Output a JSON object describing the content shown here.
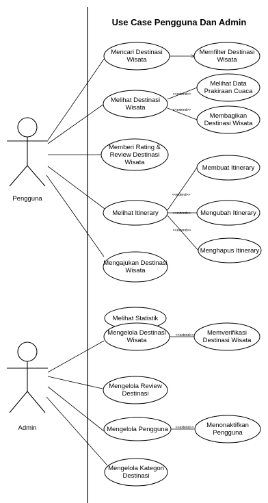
{
  "title": "Use Case Pengguna Dan Admin",
  "extend_label": "<<extend>>",
  "actors": {
    "pengguna": "Pengguna",
    "admin": "Admin"
  },
  "use_cases": {
    "mencari_destinasi": [
      "Mencari Destinasi",
      "Wisata"
    ],
    "memfilter_destinasi": [
      "Memfilter Destinasi",
      "Wisata"
    ],
    "melihat_destinasi": [
      "Melihat Destinasi",
      "Wisata"
    ],
    "melihat_prakiraan": [
      "Melihat Data",
      "Prakiraan Cuaca"
    ],
    "membagikan_destinasi": [
      "Membagikan",
      "Destinasi Wisata"
    ],
    "memberi_rating": [
      "Memberi Rating &",
      "Review Destinasi",
      "Wisata"
    ],
    "melihat_itinerary": [
      "Melihat Itinerary"
    ],
    "membuat_itinerary": [
      "Membuat Itinerary"
    ],
    "mengubah_itinerary": [
      "Mengubah Itinerary"
    ],
    "menghapus_itinerary": [
      "Menghapus Itinerary"
    ],
    "mengajukan_destinasi": [
      "Mengajukan Destinasi",
      "Wisata"
    ],
    "melihat_statistik": [
      "Melihat Statistik"
    ],
    "mengelola_destinasi": [
      "Mengelola Destinasi",
      "Wisata"
    ],
    "memverifikasi_destinasi": [
      "Memverifikasi",
      "Destinasi Wisata"
    ],
    "mengelola_review": [
      "Mengelola Review",
      "Destinasi"
    ],
    "mengelola_pengguna": [
      "Mengelola Pengguna"
    ],
    "menonaktifkan_pengguna": [
      "Menonaktifkan",
      "Pengguna"
    ],
    "mengelola_kategori": [
      "Mengelola Kategori",
      "Destinasi"
    ]
  }
}
